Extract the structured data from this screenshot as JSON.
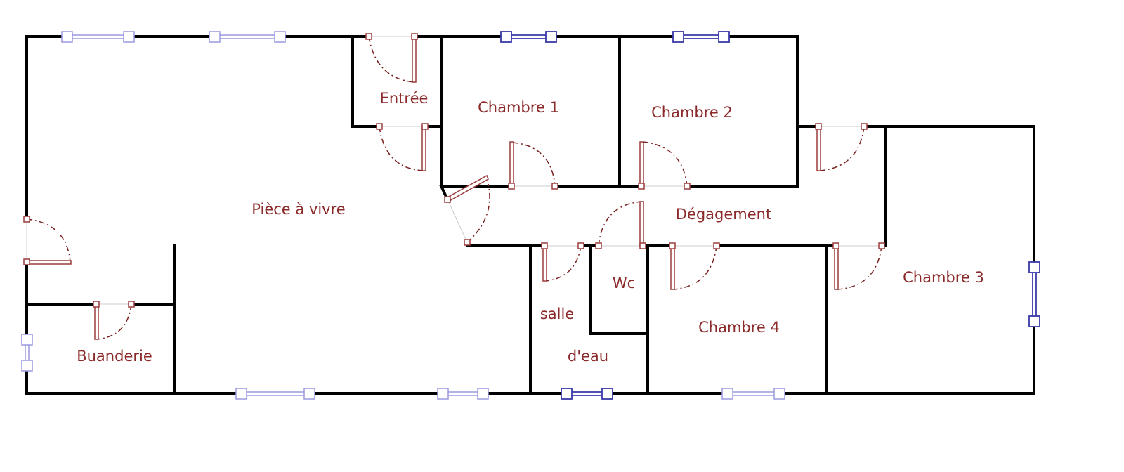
{
  "title": "Plan de maison",
  "rooms": {
    "entree": "Entrée",
    "chambre1": "Chambre 1",
    "chambre2": "Chambre 2",
    "piece_a_vivre": "Pièce à vivre",
    "degagement": "Dégagement",
    "wc": "Wc",
    "salle": "salle",
    "deau": "d'eau",
    "chambre4": "Chambre 4",
    "chambre3": "Chambre 3",
    "buanderie": "Buanderie"
  },
  "colors": {
    "wall": "#000000",
    "label": "#8b2a2a",
    "door": "#9b3b3b",
    "window_light": "#9a9ae0",
    "window_dark": "#3a3aa8"
  }
}
